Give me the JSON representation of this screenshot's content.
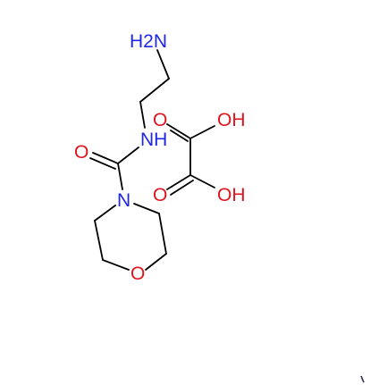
{
  "colors": {
    "carbon_bond": "#000000",
    "nitrogen": "#1f26e6",
    "oxygen": "#e0141e",
    "background": "#ffffff"
  },
  "atoms": {
    "amine_n": "H2N",
    "amide_nh": "NH",
    "carbonyl_o": "O",
    "morpholine_n": "N",
    "morpholine_o": "O",
    "oxalic_o_top": "O",
    "oxalic_oh_top": "OH",
    "oxalic_o_bottom": "O",
    "oxalic_oh_bottom": "OH"
  }
}
